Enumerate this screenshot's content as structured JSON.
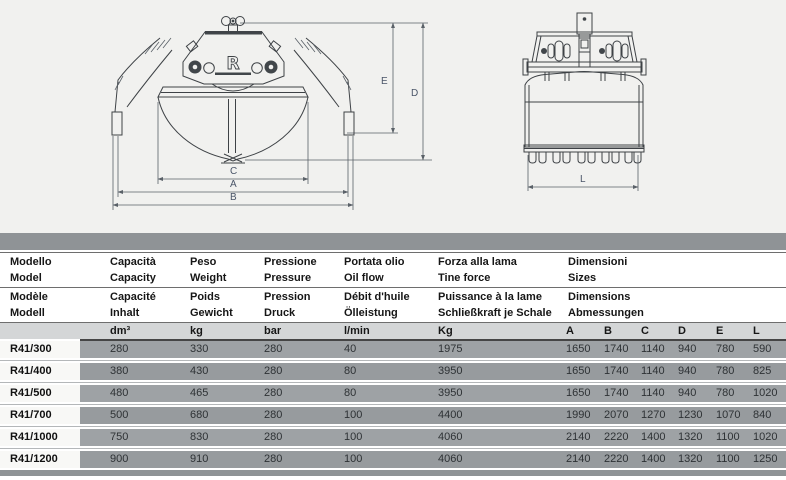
{
  "drawing": {
    "logo_letter": "R",
    "front_dims": {
      "e": "E",
      "d": "D",
      "c": "C",
      "a": "A",
      "b": "B"
    },
    "side_dim": "L"
  },
  "table": {
    "header": {
      "model": {
        "r1": "Modello",
        "r2": "Model",
        "r3": "Modèle",
        "r4": "Modell"
      },
      "capacity": {
        "r1": "Capacità",
        "r2": "Capacity",
        "r3": "Capacité",
        "r4": "Inhalt"
      },
      "weight": {
        "r1": "Peso",
        "r2": "Weight",
        "r3": "Poids",
        "r4": "Gewicht"
      },
      "pressure": {
        "r1": "Pressione",
        "r2": "Pressure",
        "r3": "Pression",
        "r4": "Druck"
      },
      "oilflow": {
        "r1": "Portata olio",
        "r2": "Oil flow",
        "r3": "Débit d'huile",
        "r4": "Ölleistung"
      },
      "tineforce": {
        "r1": "Forza alla lama",
        "r2": "Tine force",
        "r3": "Puissance à la lame",
        "r4": "Schließkraft je Schale"
      },
      "sizes": {
        "r1": "Dimensioni",
        "r2": "Sizes",
        "r3": "Dimensions",
        "r4": "Abmessungen"
      }
    },
    "units": {
      "capacity": "dm³",
      "weight": "kg",
      "pressure": "bar",
      "oilflow": "l/min",
      "tineforce": "Kg",
      "a": "A",
      "b": "B",
      "c": "C",
      "d": "D",
      "e": "E",
      "l": "L"
    },
    "rows": [
      {
        "model": "R41/300",
        "values": [
          "280",
          "330",
          "280",
          "40",
          "1975",
          "1650",
          "1740",
          "1140",
          "940",
          "780",
          "590"
        ]
      },
      {
        "model": "R41/400",
        "values": [
          "380",
          "430",
          "280",
          "80",
          "3950",
          "1650",
          "1740",
          "1140",
          "940",
          "780",
          "825"
        ]
      },
      {
        "model": "R41/500",
        "values": [
          "480",
          "465",
          "280",
          "80",
          "3950",
          "1650",
          "1740",
          "1140",
          "940",
          "780",
          "1020"
        ]
      },
      {
        "model": "R41/700",
        "values": [
          "500",
          "680",
          "280",
          "100",
          "4400",
          "1990",
          "2070",
          "1270",
          "1230",
          "1070",
          "840"
        ]
      },
      {
        "model": "R41/1000",
        "values": [
          "750",
          "830",
          "280",
          "100",
          "4060",
          "2140",
          "2220",
          "1400",
          "1320",
          "1100",
          "1020"
        ]
      },
      {
        "model": "R41/1200",
        "values": [
          "900",
          "910",
          "280",
          "100",
          "4060",
          "2140",
          "2220",
          "1400",
          "1320",
          "1100",
          "1250"
        ]
      }
    ]
  },
  "colors": {
    "accent_gray_bar": "#8f9396",
    "units_bg": "#d4d6d7",
    "row_bg": "#9ea2a5",
    "page_bg": "#f1f1ef"
  }
}
